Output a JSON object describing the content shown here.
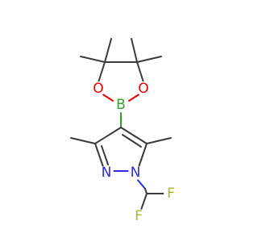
{
  "molecule": {
    "atoms": {
      "boron": {
        "label": "B",
        "color": "#2fa12f"
      },
      "oxygen_left": {
        "label": "O",
        "color": "#e60000"
      },
      "oxygen_right": {
        "label": "O",
        "color": "#e60000"
      },
      "nitrogen_ring": {
        "label": "N",
        "color": "#2a2ae6"
      },
      "nitrogen_substituted": {
        "label": "N",
        "color": "#2a2ae6"
      },
      "fluorine_right": {
        "label": "F",
        "color": "#a8b820"
      },
      "fluorine_left": {
        "label": "F",
        "color": "#a8b820"
      }
    },
    "bond_color": "#3a3a3a"
  }
}
